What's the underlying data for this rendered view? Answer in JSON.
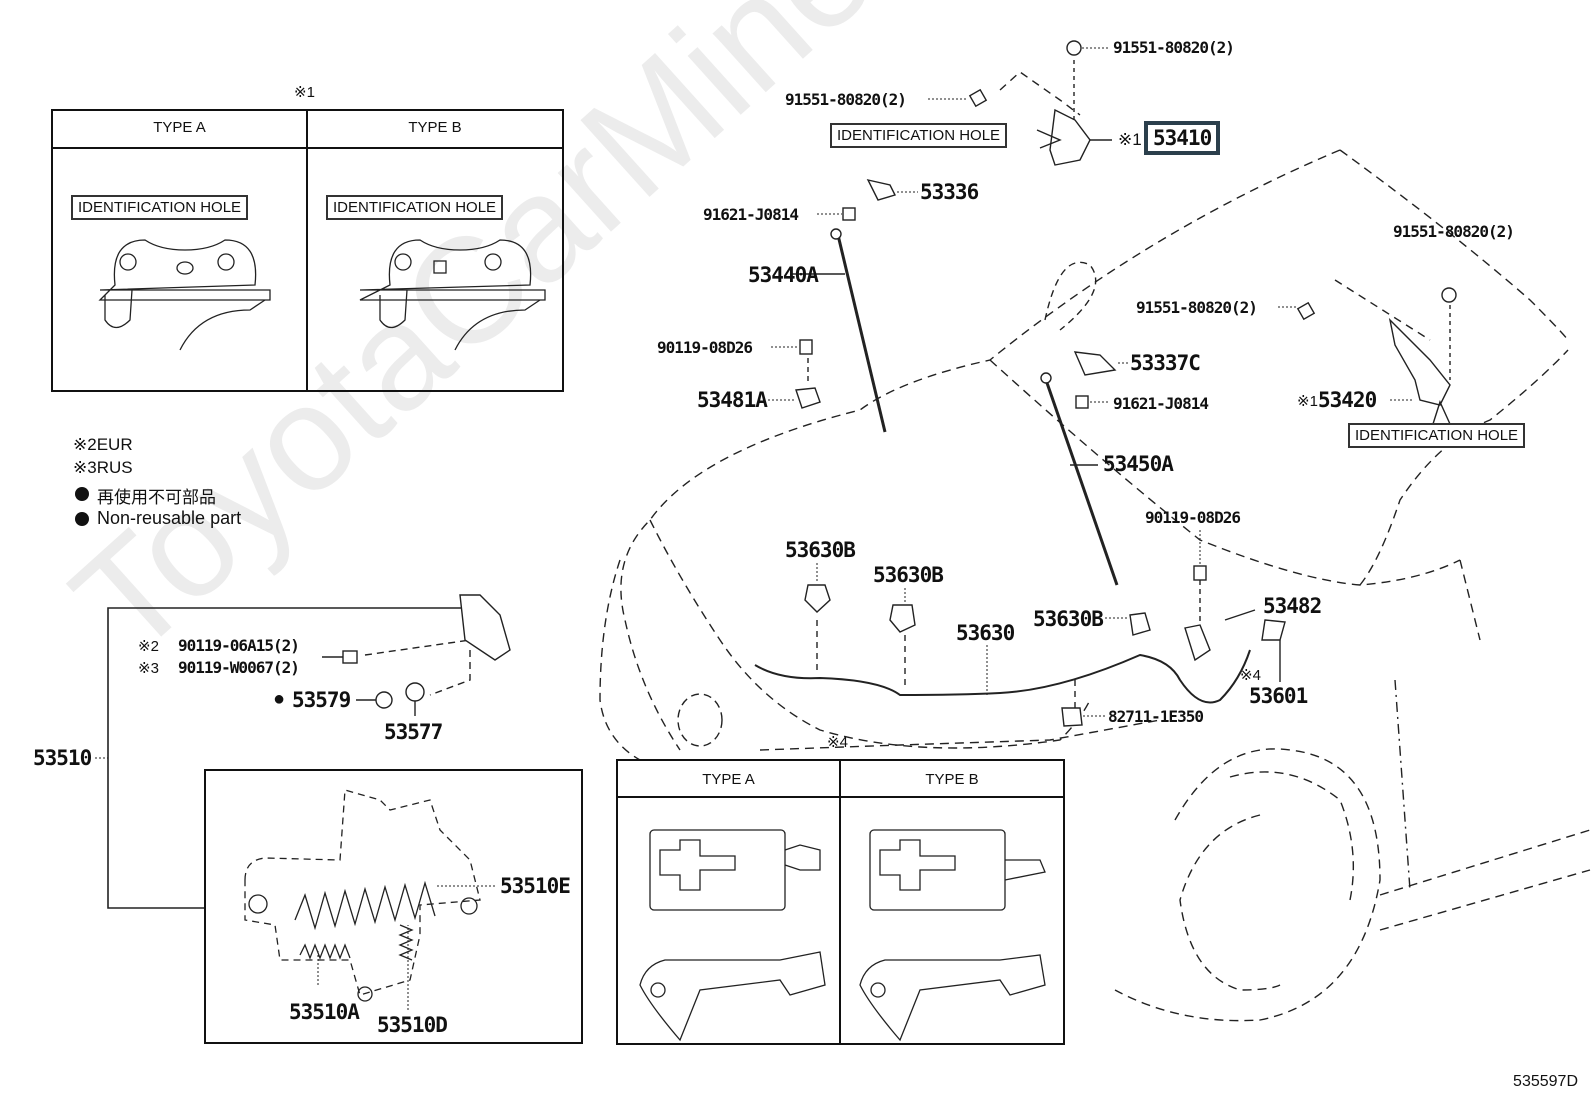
{
  "diagram": {
    "watermark": "ToyotaCarMine.ru",
    "figure_code": "535597D",
    "identification_hole_label": "IDENTIFICATION HOLE",
    "hinge_type_table": {
      "note_ref": "※1",
      "columns": [
        {
          "label": "TYPE A",
          "hole_shape": "oval"
        },
        {
          "label": "TYPE B",
          "hole_shape": "square"
        }
      ]
    },
    "legend": [
      {
        "marker": "※2",
        "text": "EUR"
      },
      {
        "marker": "※3",
        "text": "RUS"
      },
      {
        "marker": "●",
        "text": "再使用不可部品"
      },
      {
        "marker": "●",
        "text": "Non-reusable part"
      }
    ],
    "parts": {
      "p_91551_top": "91551-80820(2)",
      "p_91551_left": "91551-80820(2)",
      "p_53410_note": "※1",
      "p_53410": "53410",
      "p_53336": "53336",
      "p_91621_a": "91621-J0814",
      "p_53440A": "53440A",
      "p_90119_08D26_a": "90119-08D26",
      "p_53481A": "53481A",
      "p_91551_right_top": "91551-80820(2)",
      "p_91551_right_mid": "91551-80820(2)",
      "p_53337C": "53337C",
      "p_91621_b": "91621-J0814",
      "p_53420_note": "※1",
      "p_53420": "53420",
      "p_53450A": "53450A",
      "p_90119_08D26_b": "90119-08D26",
      "p_53630B_a": "53630B",
      "p_53630B_b": "53630B",
      "p_53630B_c": "53630B",
      "p_53630": "53630",
      "p_53482": "53482",
      "p_53601_note": "※4",
      "p_53601": "53601",
      "p_82711": "82711-1E350",
      "p_cable_note": "※4",
      "p_90119_06A15_note": "※2",
      "p_90119_06A15": "90119-06A15(2)",
      "p_90119_W0067_note": "※3",
      "p_90119_W0067": "90119-W0067(2)",
      "p_53579_marker": "●",
      "p_53579": "53579",
      "p_53577": "53577",
      "p_53510": "53510",
      "p_53510E": "53510E",
      "p_53510A": "53510A",
      "p_53510D": "53510D"
    },
    "release_type_table": {
      "columns": [
        {
          "label": "TYPE A"
        },
        {
          "label": "TYPE B"
        }
      ]
    }
  }
}
